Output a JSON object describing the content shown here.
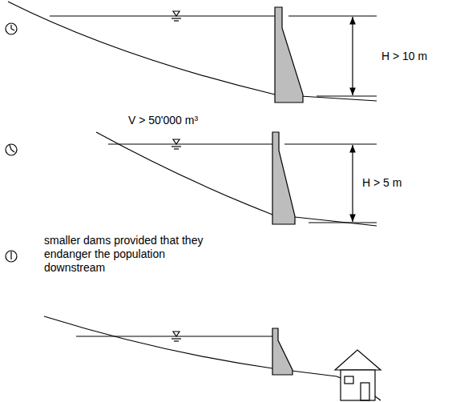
{
  "diagram": {
    "labels": [
      "H > 10 m",
      "V > 50'000 m³",
      "H > 5 m",
      "smaller dams provided that they endanger the population downstream"
    ]
  }
}
